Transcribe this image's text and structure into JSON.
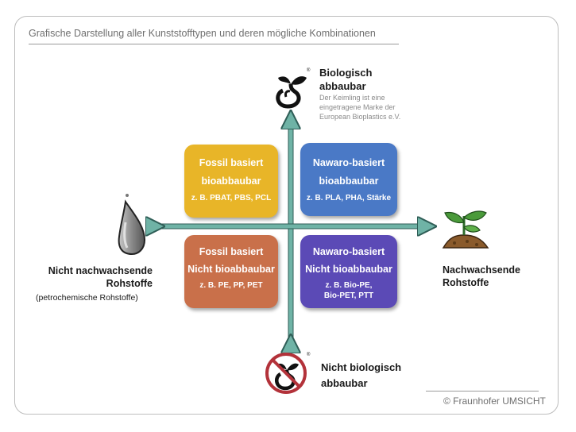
{
  "title": "Grafische Darstellung aller Kunststofftypen und deren mögliche Kombinationen",
  "footer": "© Fraunhofer UMSICHT",
  "top_label": {
    "line1": "Biologisch",
    "line2": "abbaubar",
    "note1": "Der Keimling ist eine",
    "note2": "eingetragene Marke der",
    "note3": "European Bioplastics e.V."
  },
  "bottom_label": {
    "line1": "Nicht biologisch",
    "line2": "abbaubar"
  },
  "left_label": {
    "line1": "Nicht nachwachsende",
    "line2": "Rohstoffe",
    "line3": "(petrochemische Rohstoffe)"
  },
  "right_label": {
    "line1": "Nachwachsende",
    "line2": "Rohstoffe"
  },
  "registered_mark": "®",
  "quadrants": {
    "top_left": {
      "line1": "Fossil basiert",
      "line2": "bioabbaubar",
      "line3": "z. B. PBAT, PBS, PCL",
      "color": "#e8b528"
    },
    "top_right": {
      "line1": "Nawaro-basiert",
      "line2": "bioabbaubar",
      "line3": "z. B. PLA, PHA, Stärke",
      "color": "#4a79c6"
    },
    "bottom_left": {
      "line1": "Fossil basiert",
      "line2": "Nicht bioabbaubar",
      "line3": "z. B. PE, PP, PET",
      "color": "#c9704a"
    },
    "bottom_right": {
      "line1": "Nawaro-basiert",
      "line2": "Nicht bioabbaubar",
      "line3": "z. B. Bio-PE,",
      "line4": "Bio-PET, PTT",
      "color": "#5b4ab6"
    }
  },
  "icons": {
    "top": "seedling-logo-icon",
    "bottom": "crossed-seedling-logo-icon",
    "left": "oil-drop-icon",
    "right": "plant-sprout-icon"
  },
  "axis_color": "#6fb3a6"
}
